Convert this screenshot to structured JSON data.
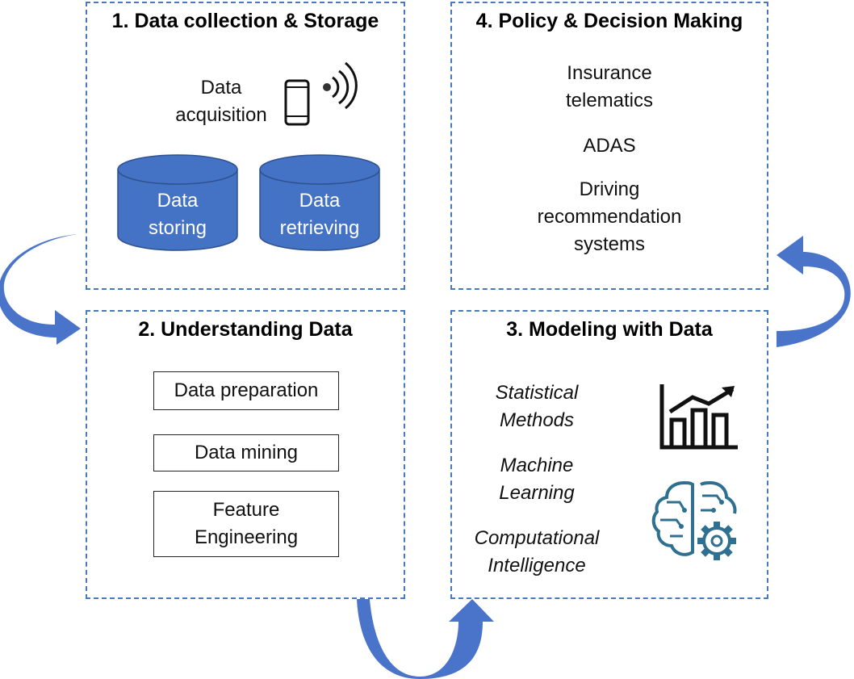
{
  "panels": {
    "collection": {
      "title": "1. Data collection & Storage",
      "acquisition": "Data\nacquisition",
      "storing": "Data\nstoring",
      "retrieving": "Data\nretrieving"
    },
    "understanding": {
      "title": "2. Understanding Data",
      "items": [
        "Data preparation",
        "Data mining",
        "Feature\nEngineering"
      ]
    },
    "modeling": {
      "title": "3. Modeling with Data",
      "items": [
        "Statistical\nMethods",
        "Machine\nLearning",
        "Computational\nIntelligence"
      ]
    },
    "policy": {
      "title": "4. Policy & Decision Making",
      "items": [
        "Insurance\ntelematics",
        "ADAS",
        "Driving\nrecommendation\nsystems"
      ]
    }
  },
  "colors": {
    "accent": "#4472c4",
    "arrow": "#4a74c9",
    "border": "#4a78b8",
    "icon_teal": "#2f6f8f"
  },
  "icons": [
    "smartphone-icon",
    "wireless-signal-icon",
    "database-cylinder-icon",
    "bar-chart-trend-icon",
    "brain-gear-icon",
    "curved-arrow-icon"
  ]
}
